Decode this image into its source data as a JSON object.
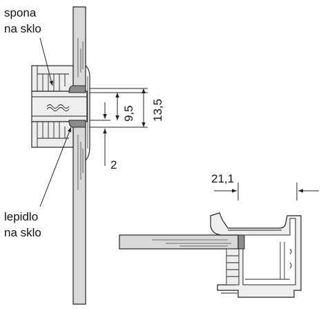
{
  "labels": {
    "clip_line1": "spona",
    "clip_line2": "na sklo",
    "glue_line1": "lepidlo",
    "glue_line2": "na sklo"
  },
  "dimensions": {
    "inner": "9,5",
    "outer": "13,5",
    "gap": "2",
    "width": "21,1"
  },
  "colors": {
    "line": "#222222",
    "glass": "#d9d9d9",
    "frame": "#eeeeee",
    "adhesive": "#8c8c8c"
  }
}
